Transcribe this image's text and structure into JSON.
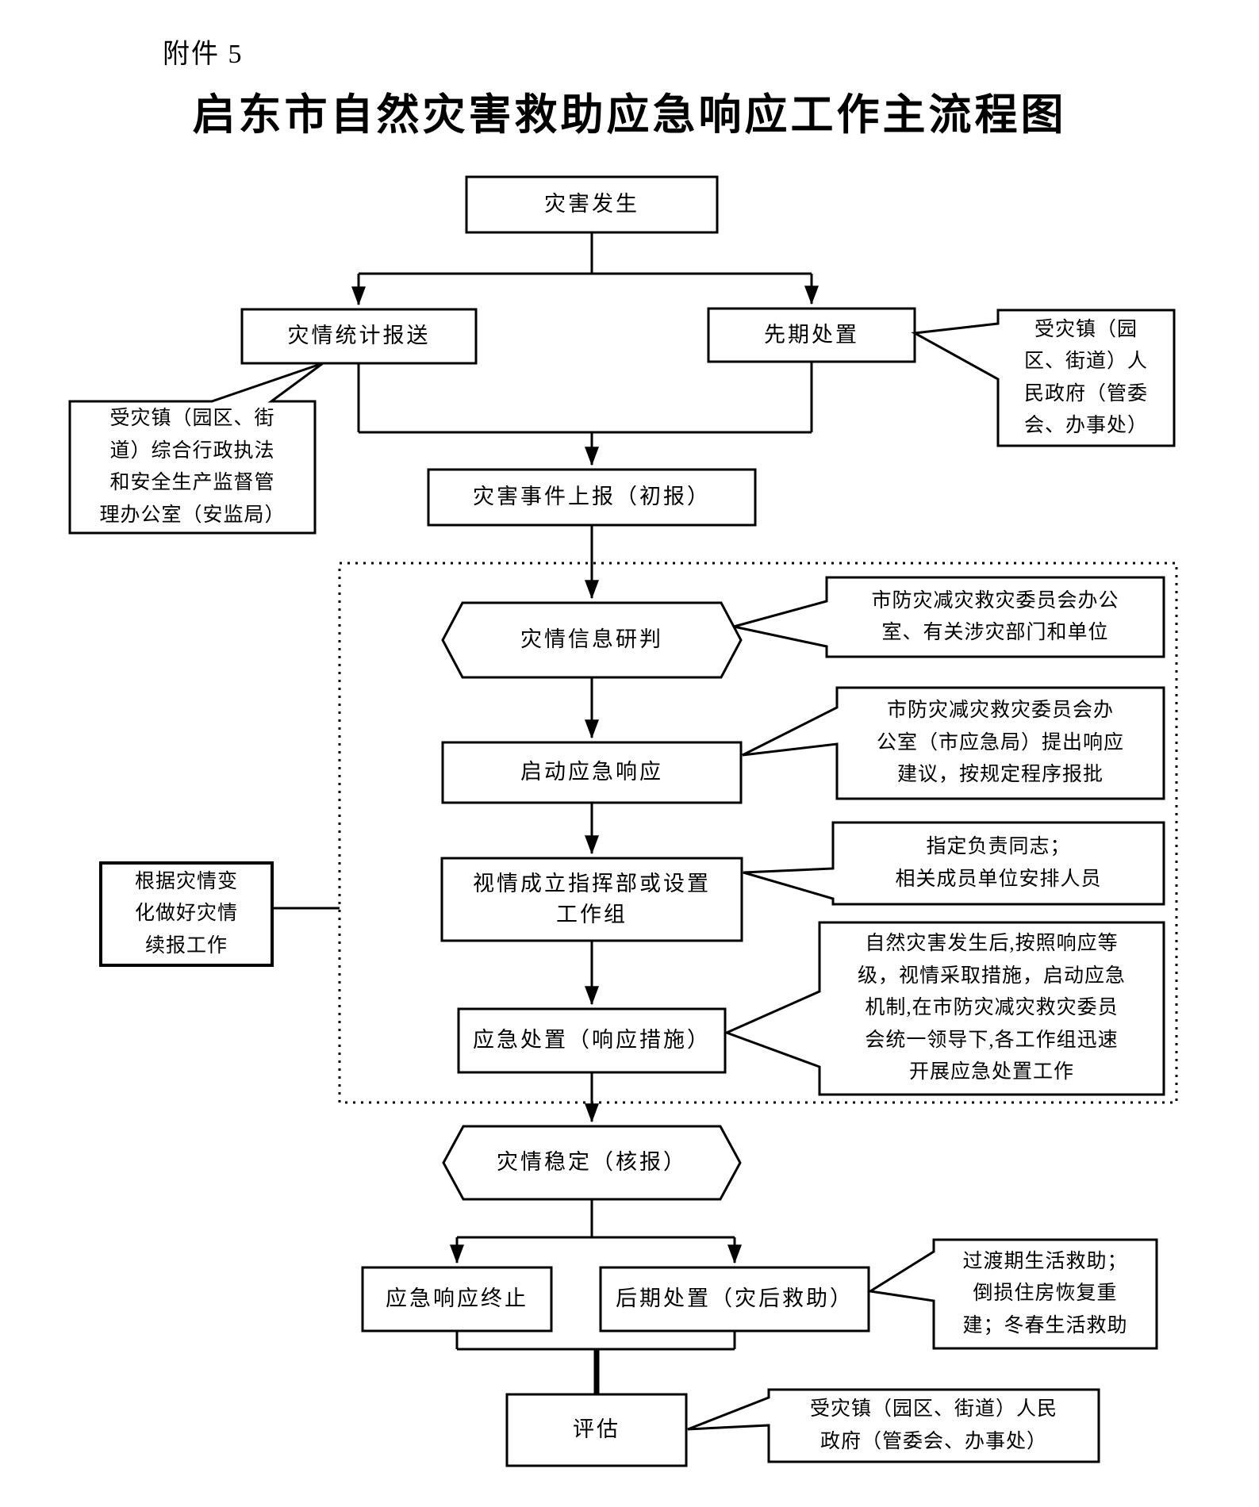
{
  "meta": {
    "attachment_label": "附件 5",
    "title": "启东市自然灾害救助应急响应工作主流程图"
  },
  "nodes": {
    "disaster_occur": {
      "label": "灾害发生"
    },
    "stat_report": {
      "label": "灾情统计报送"
    },
    "early_disposal": {
      "label": "先期处置"
    },
    "initial_report": {
      "label": "灾害事件上报（初报）"
    },
    "info_judgement": {
      "label": "灾情信息研判"
    },
    "launch_response": {
      "label": "启动应急响应"
    },
    "command_post": {
      "label": "视情成立指挥部或设置\n工作组"
    },
    "emergency_disposal": {
      "label": "应急处置（响应措施）"
    },
    "disaster_stable": {
      "label": "灾情稳定（核报）"
    },
    "end_response": {
      "label": "应急响应终止"
    },
    "later_disposal": {
      "label": "后期处置（灾后救助）"
    },
    "assessment": {
      "label": "评估"
    },
    "continue_report": {
      "label": "根据灾情变\n化做好灾情\n续报工作"
    }
  },
  "callouts": {
    "affected_gov_top": {
      "label": "受灾镇（园\n区、街道）人\n民政府（管委\n会、办事处）"
    },
    "law_enforcement": {
      "label": "受灾镇（园区、街\n道）综合行政执法\n和安全生产监督管\n理办公室（安监局）"
    },
    "committee_office": {
      "label": "市防灾减灾救灾委员会办公\n室、有关涉灾部门和单位"
    },
    "response_suggestion": {
      "label": "市防灾减灾救灾委员会办\n公室（市应急局）提出响应\n建议，按规定程序报批"
    },
    "assign_staff": {
      "label": "指定负责同志；\n相关成员单位安排人员"
    },
    "disposal_detail": {
      "label": "自然灾害发生后,按照响应等\n级，视情采取措施，启动应急\n机制,在市防灾减灾救灾委员\n会统一领导下,各工作组迅速\n开展应急处置工作"
    },
    "transition_relief": {
      "label": "过渡期生活救助；\n倒损住房恢复重\n建；冬春生活救助"
    },
    "affected_gov_bottom": {
      "label": "受灾镇（园区、街道）人民\n政府（管委会、办事处）"
    }
  },
  "colors": {
    "line": "#000000",
    "background": "#ffffff",
    "text": "#000000"
  }
}
